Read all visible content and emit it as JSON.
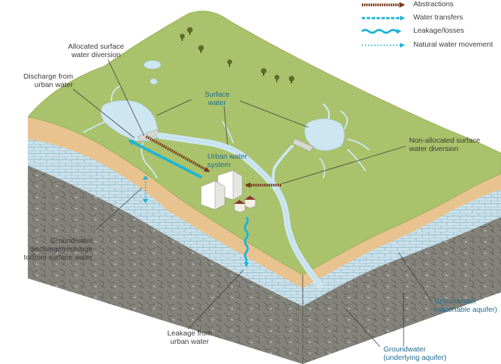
{
  "legend": {
    "abstractions": "Abstractions",
    "water_transfers": "Water transfers",
    "leakage_losses": "Leakage/losses",
    "natural_movement": "Natural water movement"
  },
  "labels": {
    "allocated_line1": "Allocated surface",
    "allocated_line2": "water diversion",
    "discharge_line1": "Discharge from",
    "discharge_line2": "urban water",
    "surface_line1": "Surface",
    "surface_line2": "water",
    "urban_line1": "Urban water",
    "urban_line2": "system",
    "nonallocated_line1": "Non-allocated surface",
    "nonallocated_line2": "water diversion",
    "gw_discharge_line1": "Groundwater",
    "gw_discharge_line2": "discharge/recharge",
    "gw_discharge_line3": "to/from surface water",
    "leakage_line1": "Leakage from",
    "leakage_line2": "urban water",
    "gw_watertable_line1": "Groundwater",
    "gw_watertable_line2": "(watertable aquifer)",
    "gw_underlying_line1": "Groundwater",
    "gw_underlying_line2": "(underlying aquifer)"
  },
  "colors": {
    "abstraction": "#7a3b1e",
    "transfer": "#1fb3d7",
    "ground_top": "#a9c26b",
    "soil": "#e8c28f",
    "aquifer_upper": "#bfdbe6",
    "aquifer_lower": "#7d7c75",
    "water": "#cde6f2",
    "label_blue": "#1f6b8e"
  }
}
